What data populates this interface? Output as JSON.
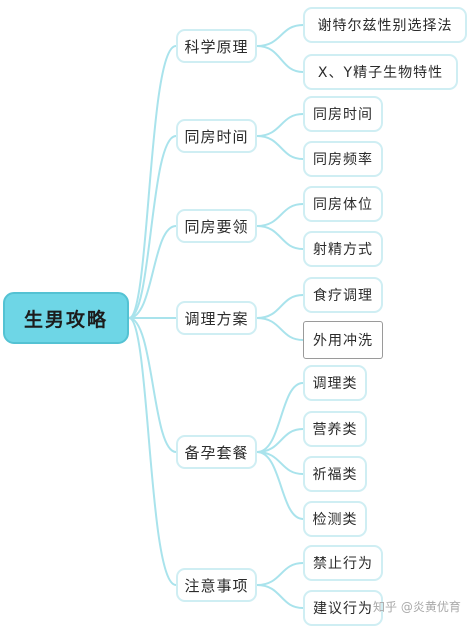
{
  "root": {
    "label": "生男攻略"
  },
  "branches": [
    {
      "label": "科学原理",
      "children": [
        "谢特尔兹性别选择法",
        "X、Y精子生物特性"
      ]
    },
    {
      "label": "同房时间",
      "children": [
        "同房时间",
        "同房频率"
      ]
    },
    {
      "label": "同房要领",
      "children": [
        "同房体位",
        "射精方式"
      ]
    },
    {
      "label": "调理方案",
      "children": [
        "食疗调理",
        "外用冲洗"
      ]
    },
    {
      "label": "备孕套餐",
      "children": [
        "调理类",
        "营养类",
        "祈福类",
        "检测类"
      ]
    },
    {
      "label": "注意事项",
      "children": [
        "禁止行为",
        "建议行为"
      ]
    }
  ],
  "watermark": "知乎 @炎黄优育",
  "colors": {
    "connector": "#a9e3ec",
    "root_fill": "#6ed6e6",
    "box_border": "#cfeef3",
    "selected_border": "#9a9a9a"
  }
}
